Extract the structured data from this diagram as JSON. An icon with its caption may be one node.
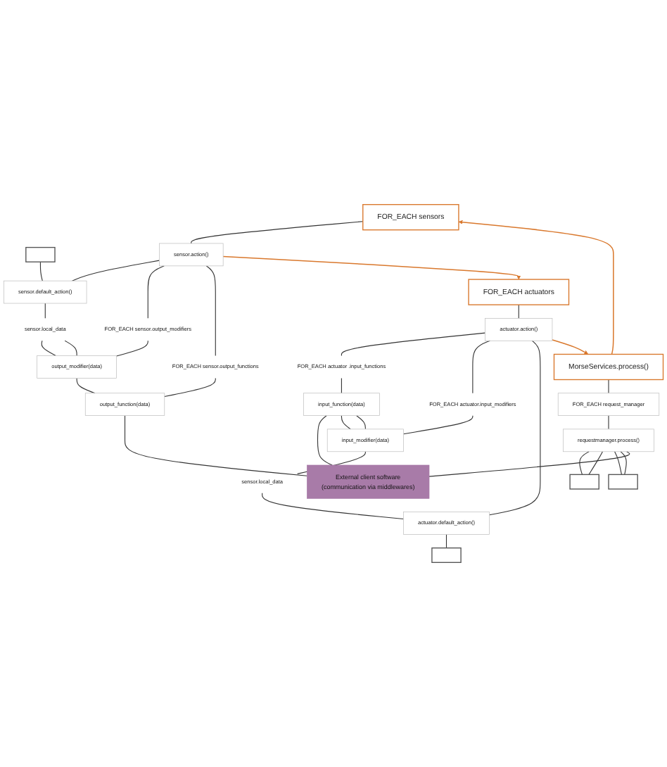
{
  "diagram": {
    "nodes": [
      {
        "text": [
          "FOR_EACH sensors"
        ]
      },
      {
        "text": [],
        "shape": "box"
      },
      {
        "text": [
          "sensor.action()"
        ]
      },
      {
        "text": [
          "sensor.default_action()"
        ]
      },
      {
        "text": [
          "sensor.local_data"
        ]
      },
      {
        "text": [
          "FOR_EACH sensor.output_modifiers"
        ]
      },
      {
        "text": [
          "output_modifier(data)"
        ]
      },
      {
        "text": [
          "FOR_EACH sensor.output_functions"
        ]
      },
      {
        "text": [
          "output_function(data)"
        ]
      },
      {
        "text": [
          "FOR_EACH actuators"
        ]
      },
      {
        "text": [
          "actuator.action()"
        ]
      },
      {
        "text": [
          "FOR_EACH actuator .input_functions"
        ]
      },
      {
        "text": [
          "input_function(data)"
        ]
      },
      {
        "text": [
          "FOR_EACH actuator.input_modifiers"
        ]
      },
      {
        "text": [
          "input_modifier(data)"
        ]
      },
      {
        "text": [
          "sensor.local_data"
        ]
      },
      {
        "text": [
          "actuator.default_action()"
        ]
      },
      {
        "text": [],
        "shape": "box"
      },
      {
        "text": [
          "MorseServices.process()"
        ]
      },
      {
        "text": [
          "FOR_EACH request_manager"
        ]
      },
      {
        "text": [
          "requestmanager.process()"
        ]
      },
      {
        "text": [],
        "shape": "box"
      },
      {
        "text": [],
        "shape": "box"
      },
      {
        "text": [
          "External client software",
          "(communication via middlewares)"
        ]
      }
    ],
    "edges": [
      {
        "from": 0,
        "to": 2,
        "arrow": "none"
      },
      {
        "from": 1,
        "to": 3,
        "arrow": "none"
      },
      {
        "from": 2,
        "to": 3,
        "arrow": "none"
      },
      {
        "from": 2,
        "to": 5,
        "arrow": "none"
      },
      {
        "from": 2,
        "to": 7,
        "arrow": "none"
      },
      {
        "from": 3,
        "to": 4,
        "arrow": "none"
      },
      {
        "from": 4,
        "to": 6,
        "arrow": "none"
      },
      {
        "from": 4,
        "to": 6,
        "arrow": "none"
      },
      {
        "from": 5,
        "to": 6,
        "arrow": "none"
      },
      {
        "from": 6,
        "to": 8,
        "arrow": "none"
      },
      {
        "from": 7,
        "to": 8,
        "arrow": "none"
      },
      {
        "from": 8,
        "to": 23,
        "arrow": "none"
      },
      {
        "from": 2,
        "to": 9,
        "arrow": "to",
        "color": "#d9782d"
      },
      {
        "from": 9,
        "to": 10,
        "arrow": "none"
      },
      {
        "from": 10,
        "to": 11,
        "arrow": "none"
      },
      {
        "from": 10,
        "to": 13,
        "arrow": "none"
      },
      {
        "from": 10,
        "to": 16,
        "arrow": "none"
      },
      {
        "from": 11,
        "to": 12,
        "arrow": "none"
      },
      {
        "from": 12,
        "to": 23,
        "arrow": "none"
      },
      {
        "from": 12,
        "to": 14,
        "arrow": "none"
      },
      {
        "from": 12,
        "to": 14,
        "arrow": "none"
      },
      {
        "from": 13,
        "to": 14,
        "arrow": "none"
      },
      {
        "from": 14,
        "to": 15,
        "arrow": "none"
      },
      {
        "from": 15,
        "to": 16,
        "arrow": "none"
      },
      {
        "from": 16,
        "to": 17,
        "arrow": "none"
      },
      {
        "from": 10,
        "to": 18,
        "arrow": "to",
        "color": "#d9782d"
      },
      {
        "from": 18,
        "to": 0,
        "arrow": "to",
        "color": "#d9782d"
      },
      {
        "from": 18,
        "to": 19,
        "arrow": "none"
      },
      {
        "from": 19,
        "to": 20,
        "arrow": "none"
      },
      {
        "from": 20,
        "to": 21,
        "arrow": "none"
      },
      {
        "from": 20,
        "to": 21,
        "arrow": "none"
      },
      {
        "from": 20,
        "to": 22,
        "arrow": "none"
      },
      {
        "from": 20,
        "to": 22,
        "arrow": "none"
      },
      {
        "from": 20,
        "to": 23,
        "arrow": "none"
      }
    ]
  }
}
